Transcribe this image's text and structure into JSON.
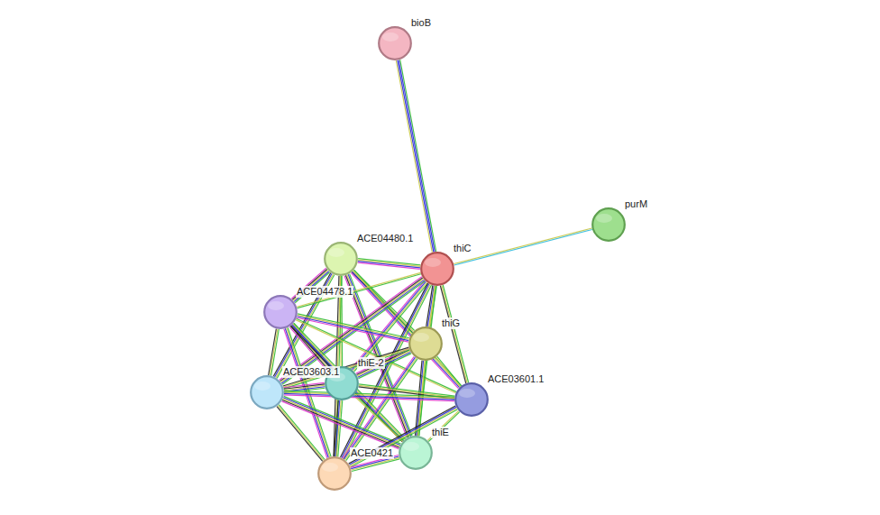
{
  "diagram": {
    "nodes": [
      {
        "text": [
          "bioB"
        ]
      },
      {
        "text": [
          "purM"
        ]
      },
      {
        "text": [
          "ACE04480.1"
        ]
      },
      {
        "text": [
          "thiC"
        ]
      },
      {
        "text": [
          "ACE04478.1"
        ]
      },
      {
        "text": [
          "thiG"
        ]
      },
      {
        "text": [
          "thiE-2"
        ]
      },
      {
        "text": [
          "ACE03603.1"
        ]
      },
      {
        "text": [
          "ACE03601.1"
        ]
      },
      {
        "text": [
          "thiE"
        ]
      },
      {
        "text": [
          "ACE0421"
        ]
      }
    ],
    "edges": [
      {
        "from": 0,
        "to": 3,
        "arrow": "none"
      },
      {
        "from": 1,
        "to": 3,
        "arrow": "none"
      },
      {
        "from": 2,
        "to": 3,
        "arrow": "none"
      },
      {
        "from": 2,
        "to": 4,
        "arrow": "none"
      },
      {
        "from": 2,
        "to": 5,
        "arrow": "none"
      },
      {
        "from": 2,
        "to": 6,
        "arrow": "none"
      },
      {
        "from": 2,
        "to": 7,
        "arrow": "none"
      },
      {
        "from": 2,
        "to": 8,
        "arrow": "none"
      },
      {
        "from": 2,
        "to": 9,
        "arrow": "none"
      },
      {
        "from": 2,
        "to": 10,
        "arrow": "none"
      },
      {
        "from": 3,
        "to": 4,
        "arrow": "none"
      },
      {
        "from": 3,
        "to": 5,
        "arrow": "none"
      },
      {
        "from": 3,
        "to": 6,
        "arrow": "none"
      },
      {
        "from": 3,
        "to": 7,
        "arrow": "none"
      },
      {
        "from": 3,
        "to": 8,
        "arrow": "none"
      },
      {
        "from": 3,
        "to": 9,
        "arrow": "none"
      },
      {
        "from": 3,
        "to": 10,
        "arrow": "none"
      },
      {
        "from": 4,
        "to": 5,
        "arrow": "none"
      },
      {
        "from": 4,
        "to": 6,
        "arrow": "none"
      },
      {
        "from": 4,
        "to": 7,
        "arrow": "none"
      },
      {
        "from": 4,
        "to": 8,
        "arrow": "none"
      },
      {
        "from": 4,
        "to": 9,
        "arrow": "none"
      },
      {
        "from": 4,
        "to": 10,
        "arrow": "none"
      },
      {
        "from": 5,
        "to": 6,
        "arrow": "none"
      },
      {
        "from": 5,
        "to": 7,
        "arrow": "none"
      },
      {
        "from": 5,
        "to": 8,
        "arrow": "none"
      },
      {
        "from": 5,
        "to": 9,
        "arrow": "none"
      },
      {
        "from": 5,
        "to": 10,
        "arrow": "none"
      },
      {
        "from": 6,
        "to": 7,
        "arrow": "none"
      },
      {
        "from": 6,
        "to": 8,
        "arrow": "none"
      },
      {
        "from": 6,
        "to": 9,
        "arrow": "none"
      },
      {
        "from": 6,
        "to": 10,
        "arrow": "none"
      },
      {
        "from": 7,
        "to": 8,
        "arrow": "none"
      },
      {
        "from": 7,
        "to": 9,
        "arrow": "none"
      },
      {
        "from": 7,
        "to": 10,
        "arrow": "none"
      },
      {
        "from": 8,
        "to": 9,
        "arrow": "none"
      },
      {
        "from": 8,
        "to": 10,
        "arrow": "none"
      },
      {
        "from": 9,
        "to": 10,
        "arrow": "none"
      }
    ]
  }
}
